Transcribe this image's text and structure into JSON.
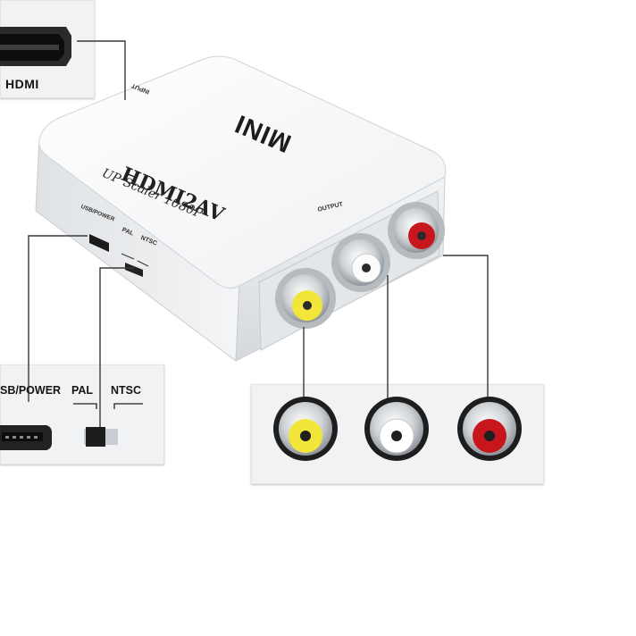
{
  "labels": {
    "hdmi": "HDMI",
    "usb_power": "SB/POWER",
    "pal": "PAL",
    "ntsc": "NTSC"
  },
  "device": {
    "brand": "MINI",
    "model": "HDMI2AV",
    "subtitle": "UP Scaler 1080P",
    "input_label": "INPUT",
    "output_label": "OUTPUT",
    "usb_power_label": "USB/POWER",
    "pal_label": "PAL",
    "ntsc_label": "NTSC"
  },
  "colors": {
    "body": "#f6f7f8",
    "yellow": "#f2e63b",
    "white": "#ffffff",
    "red": "#c8161d",
    "line": "#3a3a3a"
  }
}
